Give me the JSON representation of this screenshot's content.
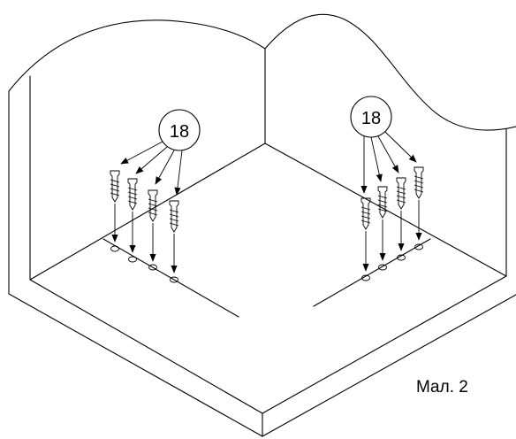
{
  "callouts": [
    {
      "label": "18"
    },
    {
      "label": "18"
    }
  ],
  "caption": "Мал. 2",
  "colors": {
    "line": "#000000",
    "background": "#ffffff"
  }
}
